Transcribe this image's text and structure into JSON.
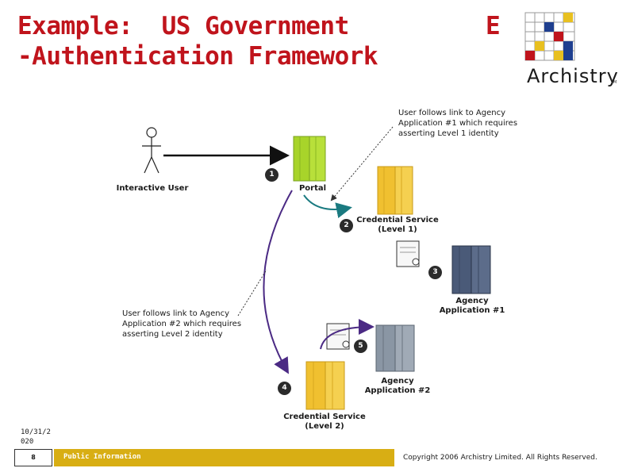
{
  "slide": {
    "title_line1": "Example:  US Government",
    "title_line2": "-Authentication Framework",
    "title_e": "E",
    "logo_text": "Archistry",
    "logo_tm": "TM"
  },
  "diagram": {
    "actor_label": "Interactive User",
    "portal_label": "Portal",
    "cred1_label_line1": "Credential Service",
    "cred1_label_line2": "(Level 1)",
    "app1_label_line1": "Agency",
    "app1_label_line2": "Application #1",
    "app2_label_line1": "Agency",
    "app2_label_line2": "Application #2",
    "cred2_label_line1": "Credential Service",
    "cred2_label_line2": "(Level 2)",
    "note1_lines": [
      "User follows link to Agency",
      "Application #1 which requires",
      "asserting Level 1 identity"
    ],
    "note2_lines": [
      "User follows link to Agency",
      "Application #2 which requires",
      "asserting Level 2 identity"
    ],
    "steps": [
      "1",
      "2",
      "3",
      "4",
      "5"
    ],
    "colors": {
      "portal": "#a8d42a",
      "credential": "#f0c030",
      "agency1": "#4a5a78",
      "agency2": "#8a96a4",
      "flow_purple": "#4b2a84",
      "flow_teal": "#1a7a80"
    }
  },
  "footer": {
    "date_line1": "10/31/2",
    "date_line2": "020",
    "page_number": "8",
    "classification": "Public Information",
    "copyright": "Copyright 2006 Archistry Limited.  All Rights Reserved."
  }
}
